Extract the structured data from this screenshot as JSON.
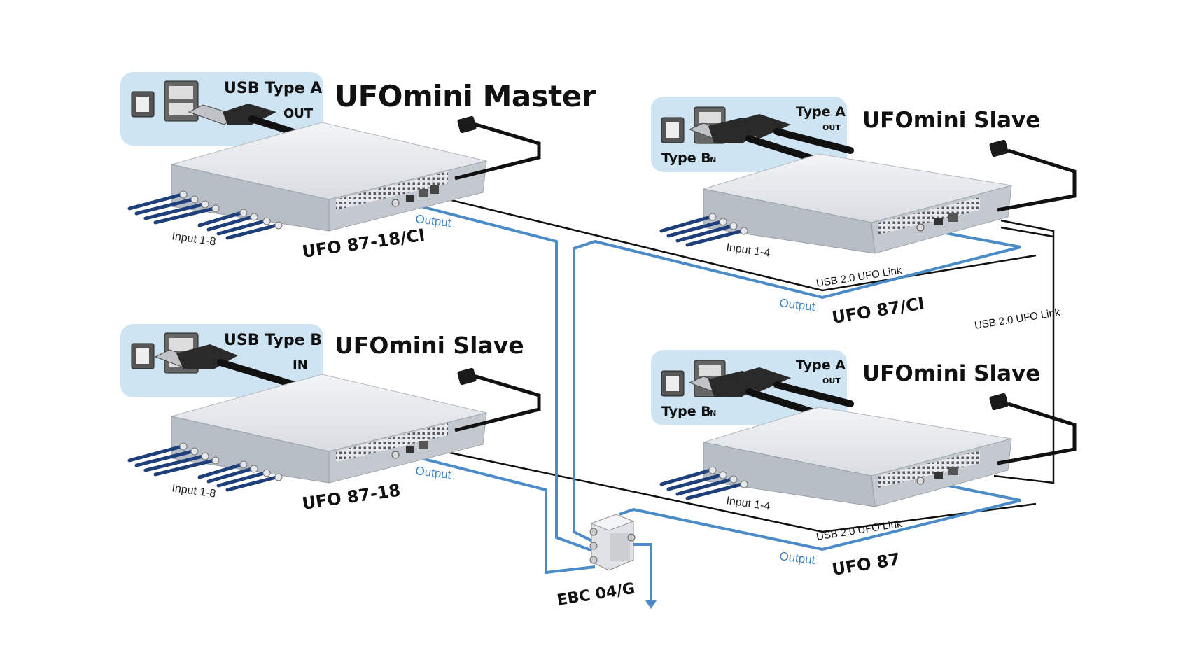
{
  "devices": [
    {
      "role": "UFOmini Master",
      "model": "UFO 87-18/CI",
      "usb_label_top": "USB Type A",
      "usb_label_sub": "OUT",
      "input_label": "Input 1-8",
      "output_label": "Output"
    },
    {
      "role": "UFOmini Slave",
      "model": "UFO 87-18",
      "usb_label_top": "USB Type B",
      "usb_label_sub": "IN",
      "input_label": "Input 1-8",
      "output_label": "Output"
    },
    {
      "role": "UFOmini Slave",
      "model": "UFO 87/CI",
      "usb_label_top": "Type A",
      "usb_label_top_sub": "OUT",
      "usb_label_bottom": "Type B",
      "usb_label_bottom_sub": "IN",
      "input_label": "Input 1-4",
      "output_label": "Output",
      "link_label": "USB 2.0 UFO Link"
    },
    {
      "role": "UFOmini Slave",
      "model": "UFO 87",
      "usb_label_top": "Type A",
      "usb_label_top_sub": "OUT",
      "usb_label_bottom": "Type B",
      "usb_label_bottom_sub": "IN",
      "input_label": "Input 1-4",
      "output_label": "Output",
      "link_label": "USB 2.0 UFO Link"
    }
  ],
  "vertical_link_label": "USB 2.0 UFO Link",
  "combiner": {
    "model": "EBC 04/G"
  },
  "colors": {
    "panel_bg": "#cfe4f3",
    "output_line": "#4a8bc8",
    "link_line": "#111111",
    "input_cable": "#1f3f7a",
    "device_body": "#dfe3e8"
  }
}
